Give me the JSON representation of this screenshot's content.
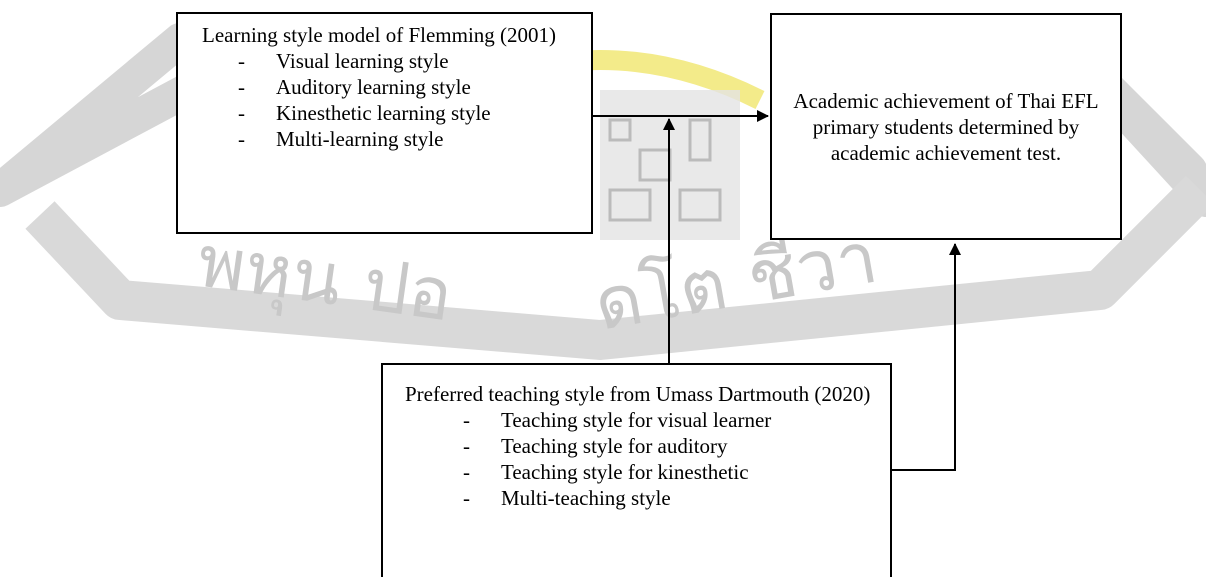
{
  "learning_style_box": {
    "heading": "Learning style model of Flemming (2001)",
    "items": [
      "Visual learning style",
      "Auditory learning style",
      "Kinesthetic learning style",
      "Multi-learning style"
    ]
  },
  "achievement_box": {
    "text": "Academic achievement of Thai EFL primary students determined by academic achievement test."
  },
  "teaching_style_box": {
    "heading": "Preferred teaching style from Umass Dartmouth (2020)",
    "items": [
      "Teaching style for visual learner",
      "Teaching style for auditory",
      "Teaching style for kinesthetic",
      "Multi-teaching style"
    ]
  },
  "bullet_marker": "-",
  "colors": {
    "line": "#000000",
    "watermark_gray": "#c8c8c8",
    "watermark_gold": "#f3eb8a"
  }
}
